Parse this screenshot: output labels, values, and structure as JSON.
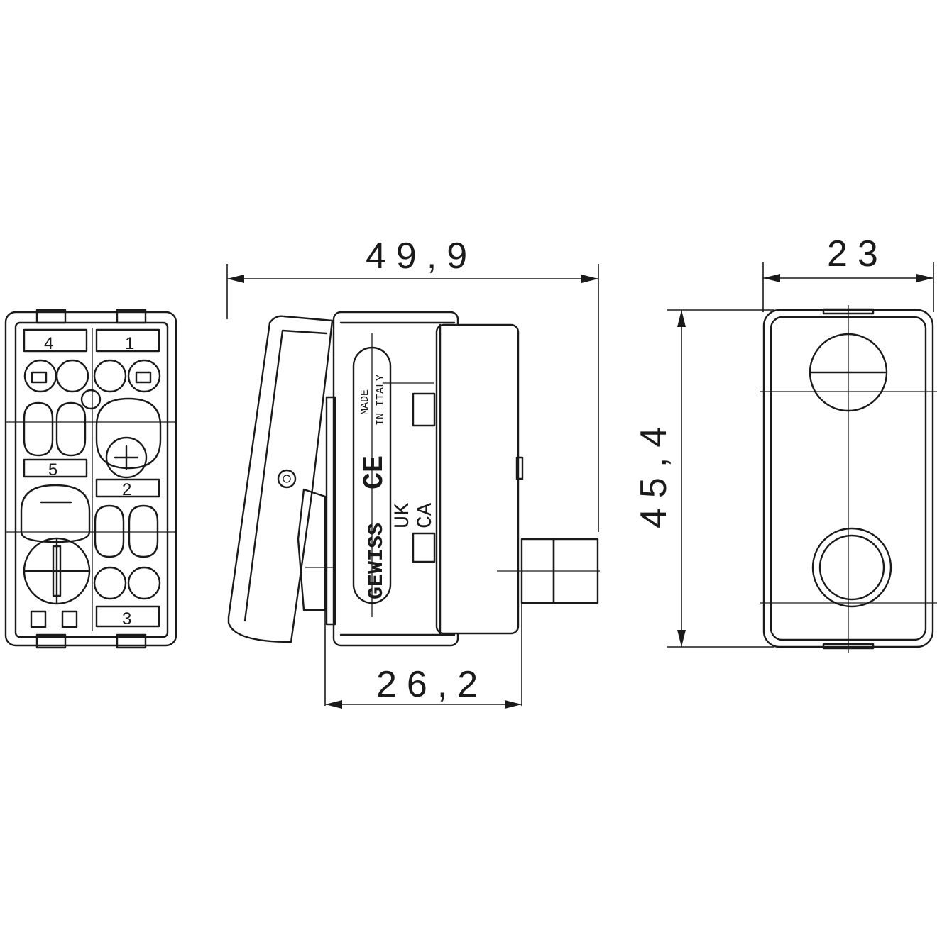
{
  "dimensions": {
    "total_length": "49,9",
    "body_depth": "26,2",
    "width": "23",
    "height": "45,4"
  },
  "markings": {
    "brand": "GEWISS",
    "origin_line1": "MADE",
    "origin_line2": "IN ITALY",
    "ukca_line1": "UK",
    "ukca_line2": "CA"
  },
  "terminals": [
    "4",
    "1",
    "5",
    "2",
    "3"
  ]
}
